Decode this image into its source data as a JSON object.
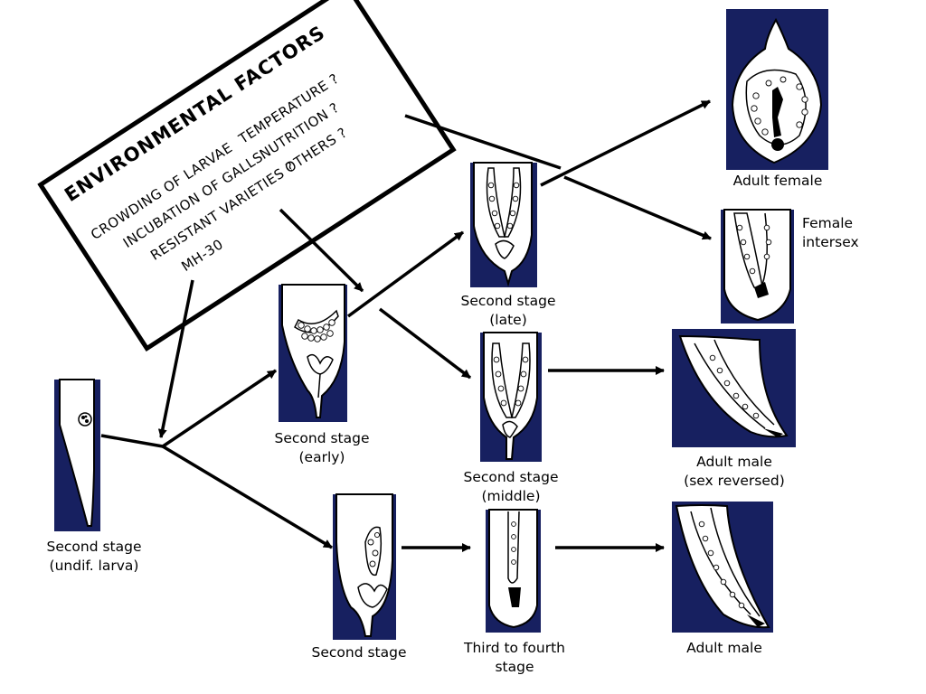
{
  "environment_box": {
    "title": "ENVIRONMENTAL FACTORS",
    "factors": [
      "CROWDING OF LARVAE",
      "INCUBATION OF GALLS",
      "RESISTANT VARIETIES  ?",
      "MH-30",
      "TEMPERATURE  ?",
      "NUTRITION  ?",
      "OTHERS  ?"
    ]
  },
  "stages": {
    "undif_larva": [
      "Second stage",
      "(undif. larva)"
    ],
    "early": [
      "Second stage",
      "(early)"
    ],
    "late": [
      "Second stage",
      "(late)"
    ],
    "middle": [
      "Second stage",
      "(middle)"
    ],
    "second_stage_male": [
      "Second stage"
    ],
    "third_fourth": [
      "Third to fourth",
      "stage"
    ],
    "adult_female": [
      "Adult female"
    ],
    "female_intersex": [
      "Female",
      "intersex"
    ],
    "adult_male_sex_reversed": [
      "Adult male",
      "(sex reversed)"
    ],
    "adult_male": [
      "Adult male"
    ]
  },
  "colors": {
    "panel_background": "#172060",
    "arrow": "#000000"
  }
}
